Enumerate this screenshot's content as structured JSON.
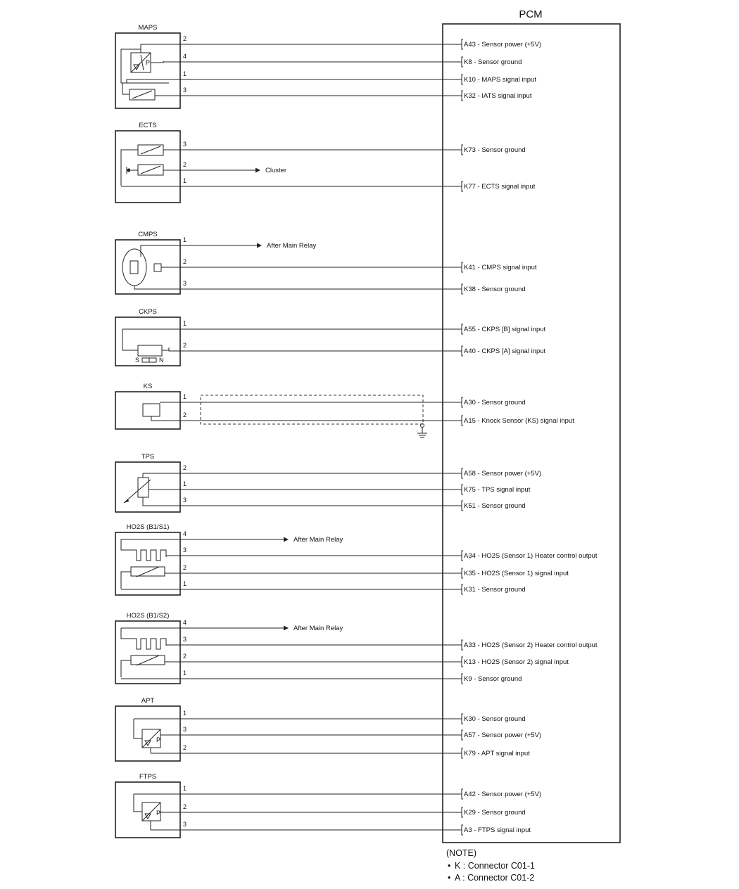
{
  "pcm": {
    "title": "PCM"
  },
  "note": {
    "heading": "(NOTE)",
    "lines": [
      "K : Connector C01-1",
      "A : Connector C01-2"
    ]
  },
  "components": [
    {
      "id": "maps",
      "title": "MAPS",
      "wires": [
        {
          "pin": "2",
          "label": "A43 - Sensor power (+5V)"
        },
        {
          "pin": "4",
          "label": "K8 - Sensor ground"
        },
        {
          "pin": "1",
          "label": "K10 - MAPS signal input"
        },
        {
          "pin": "3",
          "label": "K32 - IATS signal input"
        }
      ]
    },
    {
      "id": "ects",
      "title": "ECTS",
      "wires": [
        {
          "pin": "3",
          "label": "K73 - Sensor ground"
        },
        {
          "pin": "2",
          "label": "Cluster"
        },
        {
          "pin": "1",
          "label": "K77 - ECTS signal input"
        }
      ]
    },
    {
      "id": "cmps",
      "title": "CMPS",
      "wires": [
        {
          "pin": "1",
          "label": "After Main Relay"
        },
        {
          "pin": "2",
          "label": "K41 - CMPS signal input"
        },
        {
          "pin": "3",
          "label": "K38 - Sensor ground"
        }
      ]
    },
    {
      "id": "ckps",
      "title": "CKPS",
      "poles": [
        "S",
        "N"
      ],
      "wires": [
        {
          "pin": "1",
          "label": "A55 - CKPS [B] signal input"
        },
        {
          "pin": "2",
          "label": "A40 - CKPS [A] signal input"
        }
      ]
    },
    {
      "id": "ks",
      "title": "KS",
      "wires": [
        {
          "pin": "1",
          "label": "A30 - Sensor ground"
        },
        {
          "pin": "2",
          "label": "A15 - Knock Sensor (KS) signal input"
        }
      ]
    },
    {
      "id": "tps",
      "title": "TPS",
      "wires": [
        {
          "pin": "2",
          "label": "A58 - Sensor power (+5V)"
        },
        {
          "pin": "1",
          "label": "K75 - TPS signal input"
        },
        {
          "pin": "3",
          "label": "K51 - Sensor ground"
        }
      ]
    },
    {
      "id": "ho2s-b1s1",
      "title": "HO2S (B1/S1)",
      "wires": [
        {
          "pin": "4",
          "label": "After Main Relay"
        },
        {
          "pin": "3",
          "label": "A34 - HO2S (Sensor 1) Heater control output"
        },
        {
          "pin": "2",
          "label": "K35 - HO2S (Sensor 1) signal input"
        },
        {
          "pin": "1",
          "label": "K31 - Sensor ground"
        }
      ]
    },
    {
      "id": "ho2s-b1s2",
      "title": "HO2S (B1/S2)",
      "wires": [
        {
          "pin": "4",
          "label": "After Main Relay"
        },
        {
          "pin": "3",
          "label": "A33 - HO2S (Sensor 2) Heater control output"
        },
        {
          "pin": "2",
          "label": "K13 - HO2S (Sensor 2) signal input"
        },
        {
          "pin": "1",
          "label": "K9 - Sensor ground"
        }
      ]
    },
    {
      "id": "apt",
      "title": "APT",
      "wires": [
        {
          "pin": "1",
          "label": "K30 - Sensor ground"
        },
        {
          "pin": "3",
          "label": "A57 - Sensor power (+5V)"
        },
        {
          "pin": "2",
          "label": "K79 - APT signal input"
        }
      ]
    },
    {
      "id": "ftps",
      "title": "FTPS",
      "wires": [
        {
          "pin": "1",
          "label": "A42 - Sensor power (+5V)"
        },
        {
          "pin": "2",
          "label": "K29 - Sensor ground"
        },
        {
          "pin": "3",
          "label": "A3 - FTPS signal input"
        }
      ]
    }
  ]
}
